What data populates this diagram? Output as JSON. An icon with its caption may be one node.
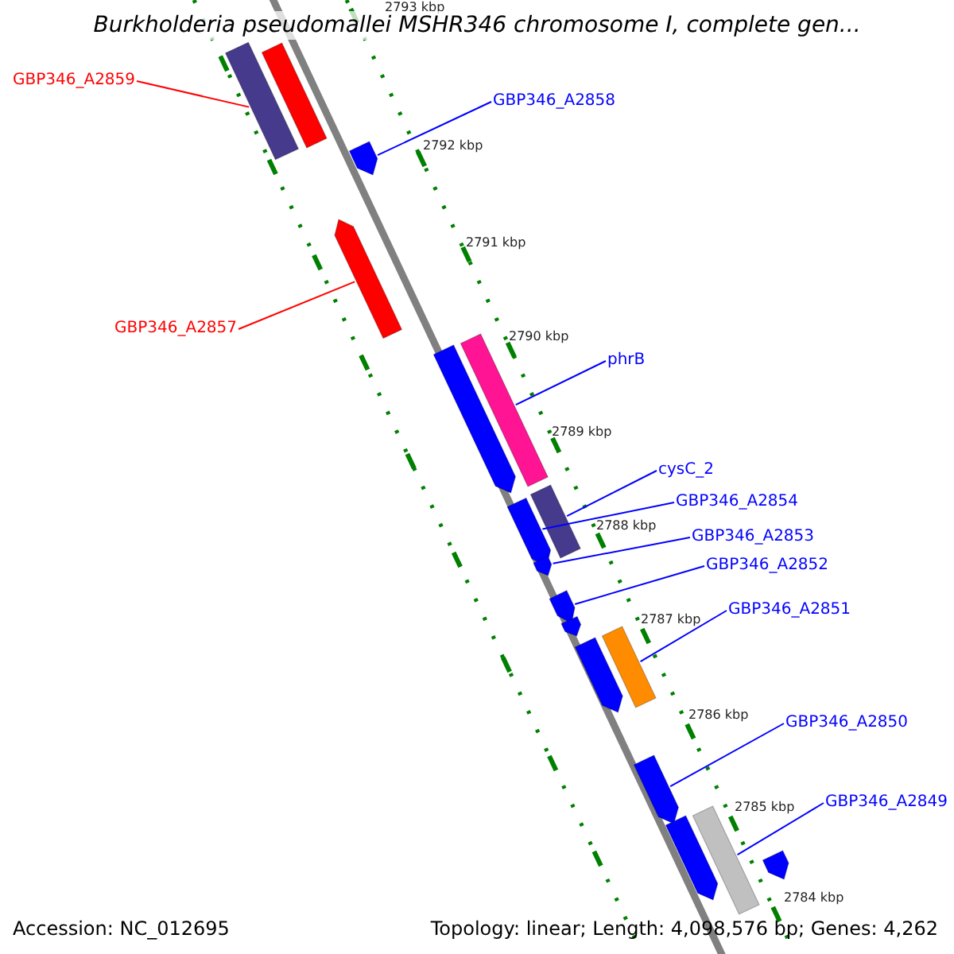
{
  "diagram": {
    "title": "Burkholderia pseudomallei MSHR346 chromosome I, complete gen...",
    "nodes": [
      {
        "text": [
          "GBP346_A2859"
        ]
      },
      {
        "text": [],
        "shape": "bar"
      },
      {
        "text": [],
        "shape": "bar"
      },
      {
        "text": [
          "GBP346_A2858"
        ]
      },
      {
        "text": [],
        "shape": "arrow"
      },
      {
        "text": [],
        "shape": "arrow"
      },
      {
        "text": [
          "GBP346_A2857"
        ]
      },
      {
        "text": [],
        "shape": "bar"
      },
      {
        "text": [],
        "shape": "arrow"
      },
      {
        "text": [
          "phrB"
        ]
      },
      {
        "text": [
          "cysC_2"
        ]
      },
      {
        "text": [],
        "shape": "bar"
      },
      {
        "text": [
          "GBP346_A2854"
        ]
      },
      {
        "text": [],
        "shape": "arrow"
      },
      {
        "text": [
          "GBP346_A2853"
        ]
      },
      {
        "text": [],
        "shape": "arrow"
      },
      {
        "text": [
          "GBP346_A2852"
        ]
      },
      {
        "text": [],
        "shape": "arrow"
      },
      {
        "text": [
          "GBP346_A2851"
        ]
      },
      {
        "text": [],
        "shape": "arrow"
      },
      {
        "text": [],
        "shape": "bar"
      },
      {
        "text": [],
        "shape": "arrow"
      },
      {
        "text": [
          "GBP346_A2850"
        ]
      },
      {
        "text": [],
        "shape": "arrow"
      },
      {
        "text": [
          "GBP346_A2849"
        ]
      },
      {
        "text": [],
        "shape": "bar"
      },
      {
        "text": [],
        "shape": "arrow"
      },
      {
        "text": [],
        "shape": "arrow"
      }
    ],
    "edges": [
      {
        "from": 0,
        "to": 1,
        "arrow": "none",
        "color": "#ff0000"
      },
      {
        "from": 3,
        "to": 4,
        "arrow": "none"
      },
      {
        "from": 6,
        "to": 5,
        "arrow": "none",
        "color": "#ff0000"
      },
      {
        "from": 9,
        "to": 7,
        "arrow": "none"
      },
      {
        "from": 10,
        "to": 11,
        "arrow": "none"
      },
      {
        "from": 12,
        "to": 13,
        "arrow": "none"
      },
      {
        "from": 14,
        "to": 15,
        "arrow": "none"
      },
      {
        "from": 16,
        "to": 17,
        "arrow": "none"
      },
      {
        "from": 18,
        "to": 20,
        "arrow": "none"
      },
      {
        "from": 22,
        "to": 23,
        "arrow": "none"
      },
      {
        "from": 24,
        "to": 25,
        "arrow": "none"
      }
    ],
    "labels": [
      "2793 kbp",
      "2792 kbp",
      "2791 kbp",
      "2790 kbp",
      "2789 kbp",
      "2788 kbp",
      "2787 kbp",
      "2786 kbp",
      "2785 kbp",
      "2784 kbp",
      "Accession: NC_012695",
      "Topology: linear; Length: 4,098,576 bp; Genes: 4,262"
    ]
  }
}
